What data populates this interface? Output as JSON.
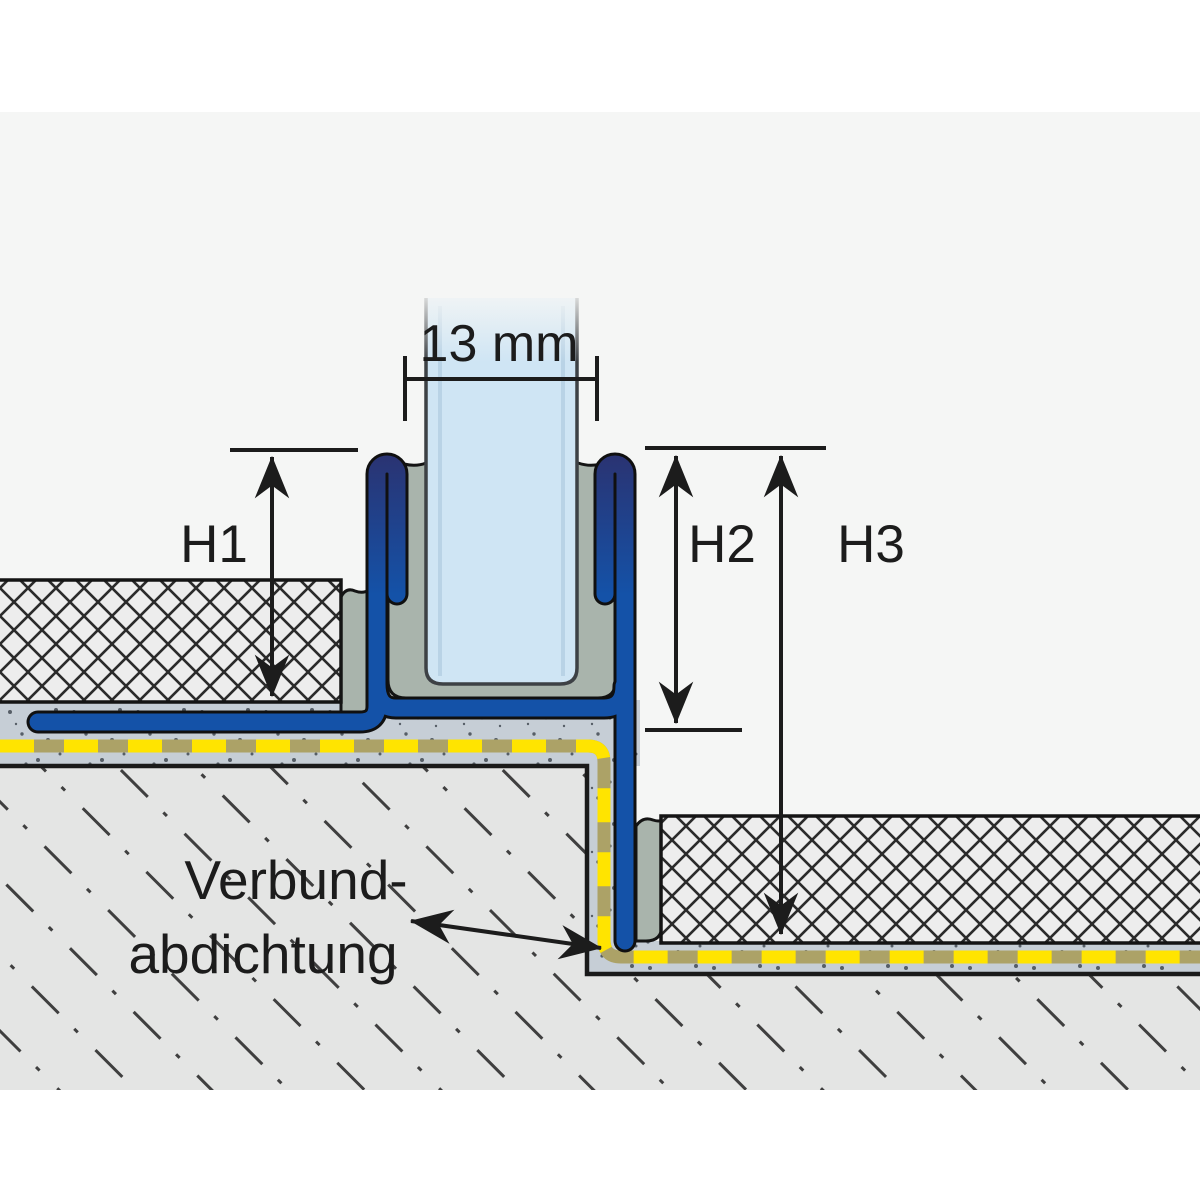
{
  "diagram": {
    "type": "technical-cross-section",
    "labels": {
      "glass_width": "13 mm",
      "h1": "H1",
      "h2": "H2",
      "h3": "H3",
      "seal_line1": "Verbund-",
      "seal_line2": "abdichtung"
    },
    "colors": {
      "page_background": "#ffffff",
      "canvas_background": "#f5f6f5",
      "profile_blue": "#1452a8",
      "profile_blue_dark": "#2b3270",
      "profile_gray": "#a9b4ac",
      "glass_fill": "#cfe5f4",
      "glass_stripe": "#b9d3e6",
      "tile_fill": "#ededed",
      "hatch_line": "#2b2b2b",
      "adhesive_fill": "#c6ced6",
      "speckle_dot": "#565e67",
      "screed_fill": "#e4e5e4",
      "screed_line": "#3f3f3f",
      "waterproofing_yellow": "#ffe400",
      "waterproofing_tan": "#aca267",
      "outline": "#141414",
      "dimension_line": "#1c1c1c"
    }
  }
}
